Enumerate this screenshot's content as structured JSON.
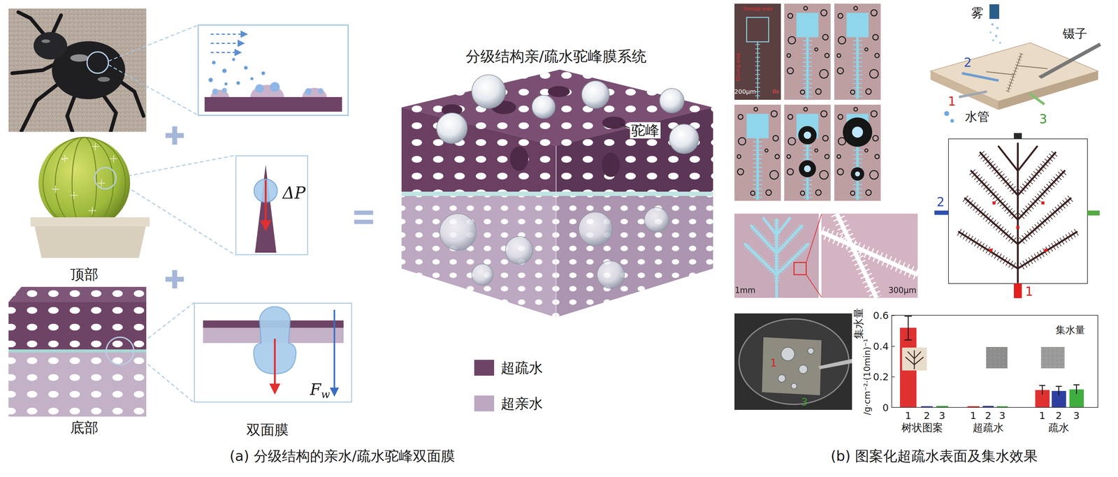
{
  "diagram": {
    "title": "分级结构亲/疏水驼峰膜系统",
    "nodes": [
      {
        "text": [
          "ΔP"
        ]
      },
      {
        "text": [
          "F",
          "w"
        ]
      },
      {
        "text": [
          "集水量"
        ]
      }
    ],
    "labels": [
      "驼峰",
      "顶部",
      "底部",
      "双面膜",
      "(a) 分级结构的亲水/疏水驼峰双面膜",
      "Storage area",
      "Driving area",
      "200μm",
      "0s",
      "雾",
      "镊子",
      "水管",
      "2",
      "1",
      "3",
      "2",
      "1",
      "1mm",
      "300μm",
      "1",
      "3",
      "0.6",
      "0.4",
      "0.2",
      "0",
      "集水量",
      "/g·cm⁻²·(10min)⁻¹",
      "1",
      "2",
      "3",
      "1",
      "2",
      "3",
      "1",
      "2",
      "3",
      "树状图案",
      "超疏水",
      "疏水",
      "(b) 图案化超疏水表面及集水效果"
    ],
    "legend": [
      {
        "text": "超疏水",
        "color": "#6e4466"
      },
      {
        "text": "超亲水",
        "color": "#bca8c1"
      }
    ]
  }
}
